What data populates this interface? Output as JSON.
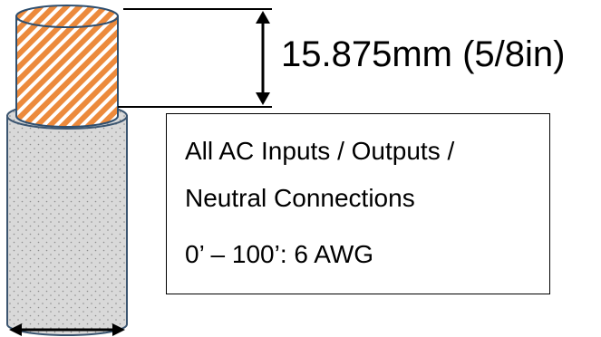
{
  "dimension": {
    "label": "15.875mm (5/8in)"
  },
  "specs": {
    "line1": "All AC Inputs / Outputs /",
    "line2": "Neutral Connections",
    "line3": "0’ – 100’: 6 AWG"
  },
  "colors": {
    "conductor": "#ec8a3c",
    "conductor_stripe": "#ffffff",
    "conductor_outline": "#2f4f6f",
    "insulation": "#d9d9d9",
    "insulation_outline": "#3b5570",
    "insulation_dots": "#8c8c8c",
    "lines": "#000000"
  }
}
